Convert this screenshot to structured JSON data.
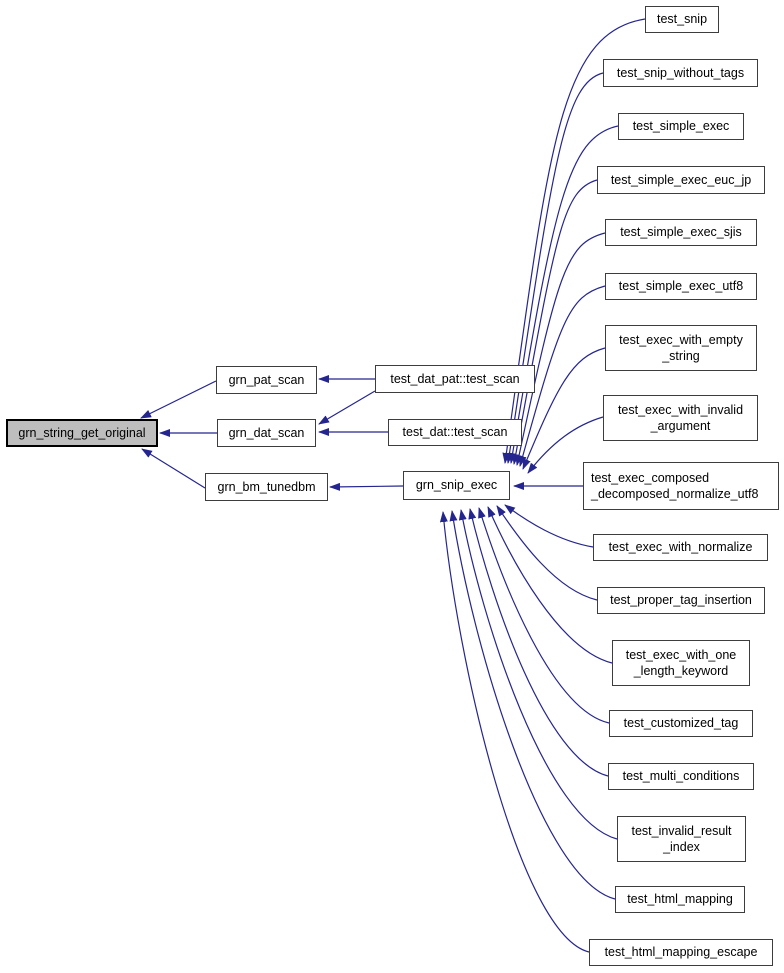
{
  "diagram_type": "caller-graph",
  "colors": {
    "edge": "#25258f",
    "node_border": "#3d3d3d",
    "highlight_fill": "#bebebe",
    "background": "#ffffff",
    "text": "#000000"
  },
  "nodes": [
    {
      "id": "grn_string_get_original",
      "label": "grn_string_get_original",
      "highlighted": true
    },
    {
      "id": "grn_pat_scan",
      "label": "grn_pat_scan",
      "highlighted": false
    },
    {
      "id": "grn_dat_scan",
      "label": "grn_dat_scan",
      "highlighted": false
    },
    {
      "id": "grn_bm_tunedbm",
      "label": "grn_bm_tunedbm",
      "highlighted": false
    },
    {
      "id": "test_dat_pat_test_scan",
      "label": "test_dat_pat::test_scan",
      "highlighted": false
    },
    {
      "id": "test_dat_test_scan",
      "label": "test_dat::test_scan",
      "highlighted": false
    },
    {
      "id": "grn_snip_exec",
      "label": "grn_snip_exec",
      "highlighted": false
    },
    {
      "id": "test_snip",
      "label": "test_snip",
      "highlighted": false
    },
    {
      "id": "test_snip_without_tags",
      "label": "test_snip_without_tags",
      "highlighted": false
    },
    {
      "id": "test_simple_exec",
      "label": "test_simple_exec",
      "highlighted": false
    },
    {
      "id": "test_simple_exec_euc_jp",
      "label": "test_simple_exec_euc_jp",
      "highlighted": false
    },
    {
      "id": "test_simple_exec_sjis",
      "label": "test_simple_exec_sjis",
      "highlighted": false
    },
    {
      "id": "test_simple_exec_utf8",
      "label": "test_simple_exec_utf8",
      "highlighted": false
    },
    {
      "id": "test_exec_with_empty_string",
      "label": "test_exec_with_empty\n_string",
      "highlighted": false
    },
    {
      "id": "test_exec_with_invalid_argument",
      "label": "test_exec_with_invalid\n_argument",
      "highlighted": false
    },
    {
      "id": "test_exec_composed_decomposed_normalize_utf8",
      "label": "test_exec_composed\n_decomposed_normalize_utf8",
      "highlighted": false
    },
    {
      "id": "test_exec_with_normalize",
      "label": "test_exec_with_normalize",
      "highlighted": false
    },
    {
      "id": "test_proper_tag_insertion",
      "label": "test_proper_tag_insertion",
      "highlighted": false
    },
    {
      "id": "test_exec_with_one_length_keyword",
      "label": "test_exec_with_one\n_length_keyword",
      "highlighted": false
    },
    {
      "id": "test_customized_tag",
      "label": "test_customized_tag",
      "highlighted": false
    },
    {
      "id": "test_multi_conditions",
      "label": "test_multi_conditions",
      "highlighted": false
    },
    {
      "id": "test_invalid_result_index",
      "label": "test_invalid_result\n_index",
      "highlighted": false
    },
    {
      "id": "test_html_mapping",
      "label": "test_html_mapping",
      "highlighted": false
    },
    {
      "id": "test_html_mapping_escape",
      "label": "test_html_mapping_escape",
      "highlighted": false
    }
  ],
  "edges": [
    {
      "from": "grn_pat_scan",
      "to": "grn_string_get_original"
    },
    {
      "from": "grn_dat_scan",
      "to": "grn_string_get_original"
    },
    {
      "from": "grn_bm_tunedbm",
      "to": "grn_string_get_original"
    },
    {
      "from": "test_dat_pat_test_scan",
      "to": "grn_pat_scan"
    },
    {
      "from": "test_dat_pat_test_scan",
      "to": "grn_dat_scan"
    },
    {
      "from": "test_dat_test_scan",
      "to": "grn_dat_scan"
    },
    {
      "from": "grn_snip_exec",
      "to": "grn_bm_tunedbm"
    },
    {
      "from": "test_snip",
      "to": "grn_snip_exec"
    },
    {
      "from": "test_snip_without_tags",
      "to": "grn_snip_exec"
    },
    {
      "from": "test_simple_exec",
      "to": "grn_snip_exec"
    },
    {
      "from": "test_simple_exec_euc_jp",
      "to": "grn_snip_exec"
    },
    {
      "from": "test_simple_exec_sjis",
      "to": "grn_snip_exec"
    },
    {
      "from": "test_simple_exec_utf8",
      "to": "grn_snip_exec"
    },
    {
      "from": "test_exec_with_empty_string",
      "to": "grn_snip_exec"
    },
    {
      "from": "test_exec_with_invalid_argument",
      "to": "grn_snip_exec"
    },
    {
      "from": "test_exec_composed_decomposed_normalize_utf8",
      "to": "grn_snip_exec"
    },
    {
      "from": "test_exec_with_normalize",
      "to": "grn_snip_exec"
    },
    {
      "from": "test_proper_tag_insertion",
      "to": "grn_snip_exec"
    },
    {
      "from": "test_exec_with_one_length_keyword",
      "to": "grn_snip_exec"
    },
    {
      "from": "test_customized_tag",
      "to": "grn_snip_exec"
    },
    {
      "from": "test_multi_conditions",
      "to": "grn_snip_exec"
    },
    {
      "from": "test_invalid_result_index",
      "to": "grn_snip_exec"
    },
    {
      "from": "test_html_mapping",
      "to": "grn_snip_exec"
    },
    {
      "from": "test_html_mapping_escape",
      "to": "grn_snip_exec"
    }
  ]
}
